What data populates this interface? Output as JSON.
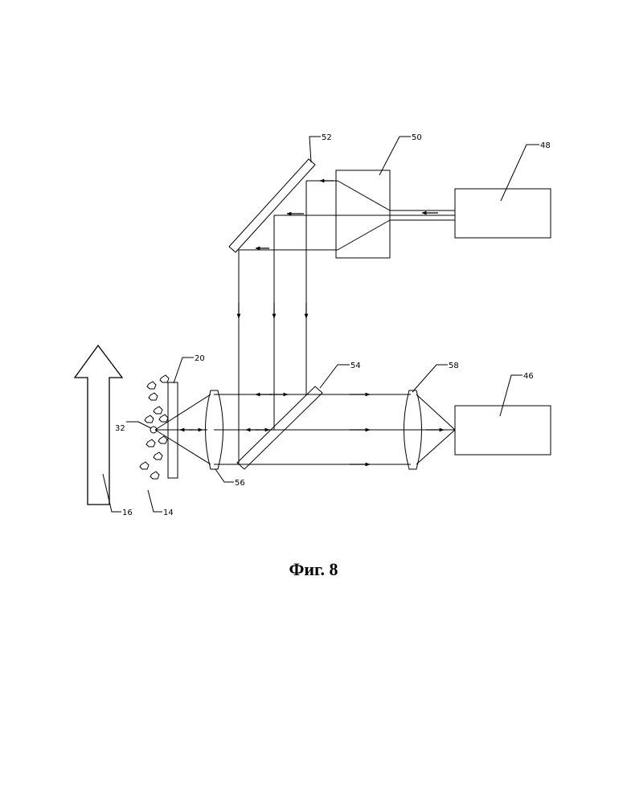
{
  "figure": {
    "caption": "Фиг. 8",
    "labels": {
      "l14": "14",
      "l16": "16",
      "l20": "20",
      "l32": "32",
      "l46": "46",
      "l48": "48",
      "l50": "50",
      "l52": "52",
      "l54": "54",
      "l56": "56",
      "l58": "58"
    }
  }
}
